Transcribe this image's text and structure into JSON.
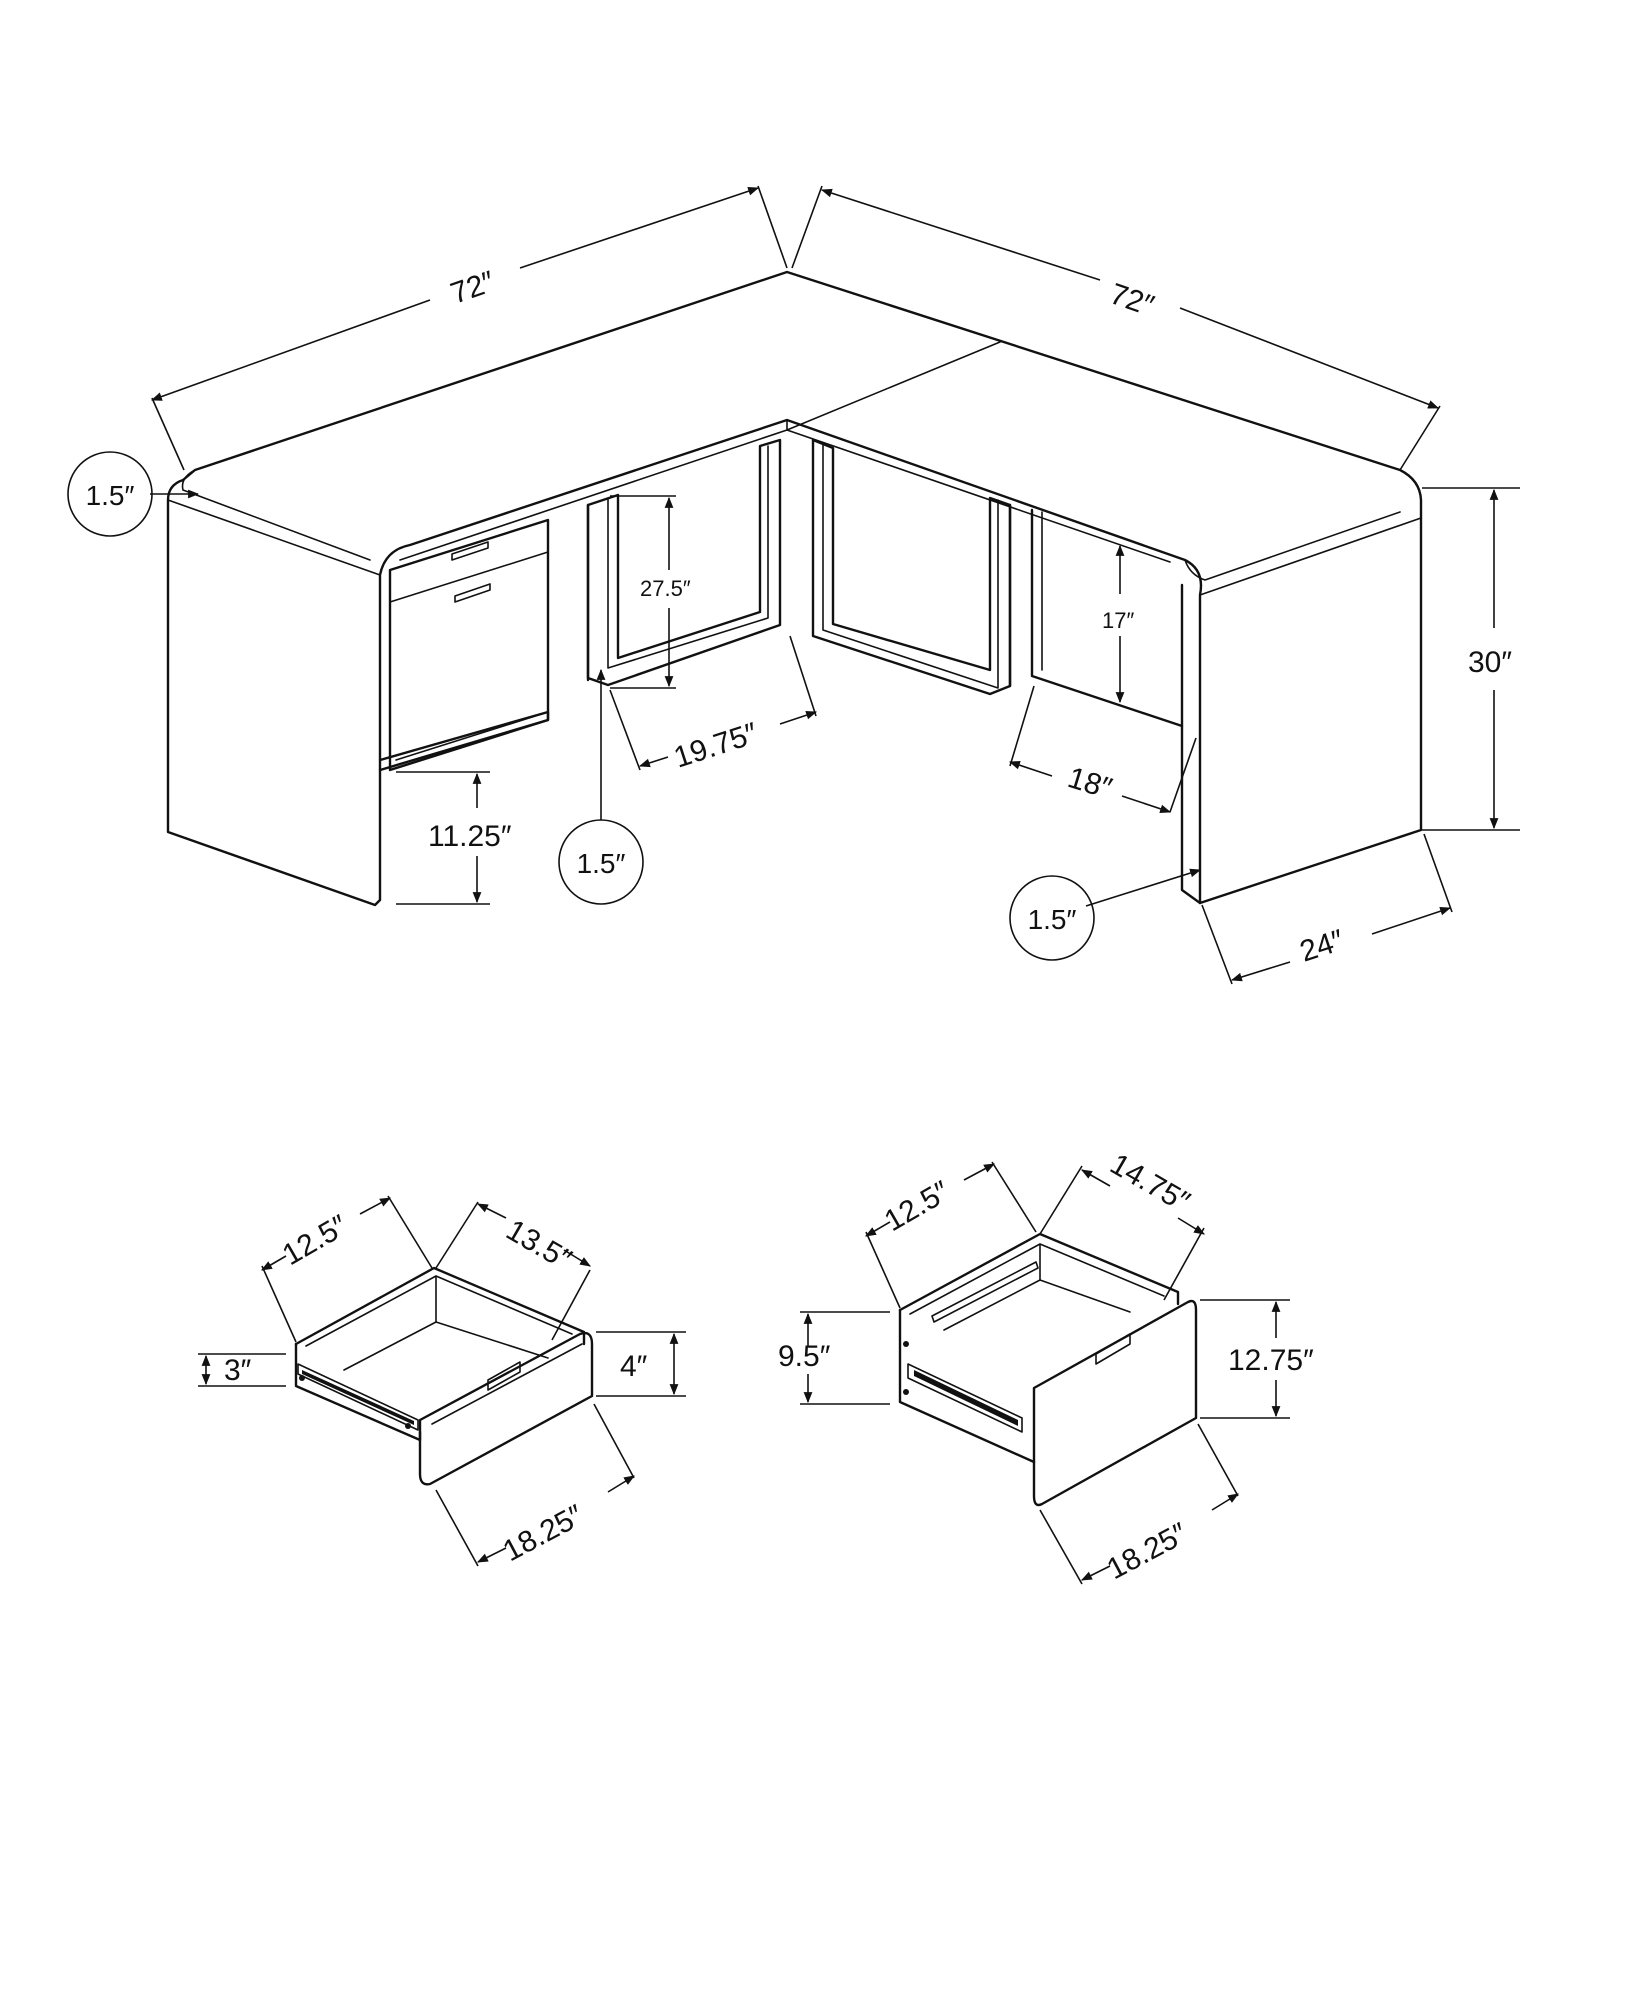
{
  "colors": {
    "ink": "#111111",
    "background": "#ffffff"
  },
  "desk": {
    "dim_left_length": "72″",
    "dim_right_length": "72″",
    "dim_top_thickness": "1.5″",
    "dim_height": "30″",
    "dim_depth": "24″",
    "dim_left_knee_height": "27.5″",
    "dim_left_knee_width": "19.75″",
    "dim_panel_thickness_left": "1.5″",
    "dim_cabinet_clearance": "11.25″",
    "dim_right_opening_height": "17″",
    "dim_right_opening_width": "18″",
    "dim_panel_thickness_right": "1.5″"
  },
  "small_drawer": {
    "dim_width": "12.5″",
    "dim_depth": "13.5″",
    "dim_side_height": "3″",
    "dim_front_height": "4″",
    "dim_front_width": "18.25″"
  },
  "large_drawer": {
    "dim_width": "12.5″",
    "dim_depth": "14.75″",
    "dim_side_height": "9.5″",
    "dim_front_height": "12.75″",
    "dim_front_width": "18.25″"
  },
  "icons": {
    "arrow": "arrowhead-icon",
    "callout": "callout-circle-icon",
    "handle": "drawer-handle-icon"
  }
}
